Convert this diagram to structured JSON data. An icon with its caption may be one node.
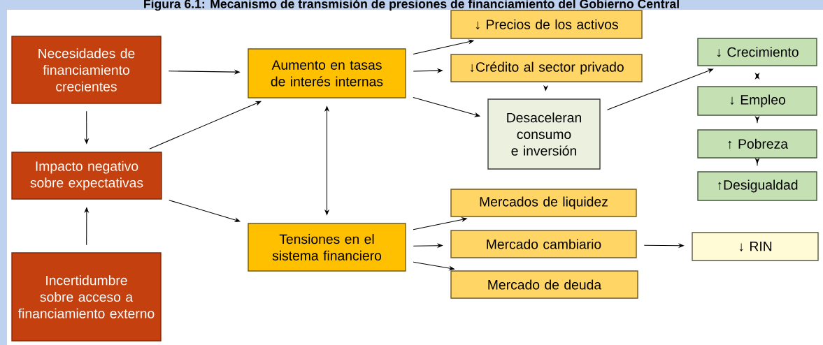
{
  "diagram": {
    "title": "Figura 6.1: Mecanismo de transmisión de presiones de financiamiento del Gobierno Central",
    "nodes": [
      {
        "text": [
          "Necesidades de financiamiento crecientes"
        ]
      },
      {
        "text": [
          "Impacto negativo sobre expectativas"
        ]
      },
      {
        "text": [
          "Incertidumbre sobre acceso a financiamiento externo"
        ]
      },
      {
        "text": [
          "Aumento en tasas de interés internas"
        ]
      },
      {
        "text": [
          "Tensiones en el sistema financiero"
        ]
      },
      {
        "text": [
          "↓ Precios de los activos"
        ]
      },
      {
        "text": [
          "↓Crédito al sector privado"
        ]
      },
      {
        "text": [
          "Desaceleran consumo e inversión"
        ]
      },
      {
        "text": [
          "Mercados de liquidez"
        ]
      },
      {
        "text": [
          "Mercado cambiario"
        ]
      },
      {
        "text": [
          "Mercado de deuda"
        ]
      },
      {
        "text": [
          "↓ Crecimiento"
        ]
      },
      {
        "text": [
          "↓ Empleo"
        ]
      },
      {
        "text": [
          "↑ Pobreza"
        ]
      },
      {
        "text": [
          "↑Desigualdad"
        ]
      },
      {
        "text": [
          "↓ RIN"
        ]
      }
    ],
    "edges": [
      {
        "from": 0,
        "to": 3,
        "arrow": "to"
      },
      {
        "from": 0,
        "to": 1,
        "arrow": "to"
      },
      {
        "from": 2,
        "to": 1,
        "arrow": "to"
      },
      {
        "from": 1,
        "to": 3,
        "arrow": "to"
      },
      {
        "from": 1,
        "to": 4,
        "arrow": "to"
      },
      {
        "from": 3,
        "to": 4,
        "arrow": "both"
      },
      {
        "from": 3,
        "to": 5,
        "arrow": "to"
      },
      {
        "from": 3,
        "to": 6,
        "arrow": "to"
      },
      {
        "from": 3,
        "to": 7,
        "arrow": "to"
      },
      {
        "from": 6,
        "to": 7,
        "arrow": "to"
      },
      {
        "from": 7,
        "to": 11,
        "arrow": "to"
      },
      {
        "from": 11,
        "to": 12,
        "arrow": "both"
      },
      {
        "from": 12,
        "to": 13,
        "arrow": "to"
      },
      {
        "from": 13,
        "to": 14,
        "arrow": "to"
      },
      {
        "from": 4,
        "to": 8,
        "arrow": "to"
      },
      {
        "from": 4,
        "to": 9,
        "arrow": "to"
      },
      {
        "from": 4,
        "to": 10,
        "arrow": "to"
      },
      {
        "from": 9,
        "to": 15,
        "arrow": "to"
      }
    ]
  }
}
